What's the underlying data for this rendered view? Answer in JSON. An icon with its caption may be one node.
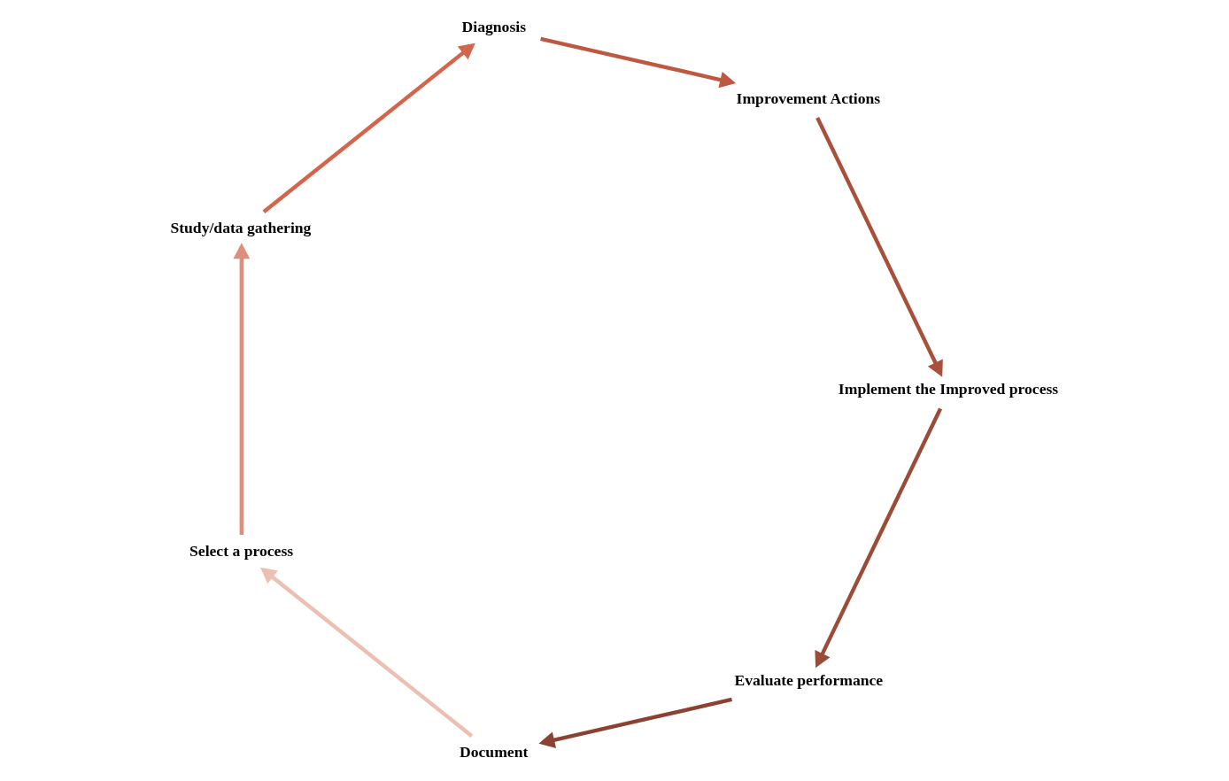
{
  "diagram": {
    "nodes": [
      {
        "text": [
          "Document"
        ]
      },
      {
        "text": [
          "Select a process"
        ]
      },
      {
        "text": [
          "Study/data gathering"
        ]
      },
      {
        "text": [
          "Diagnosis"
        ]
      },
      {
        "text": [
          "Improvement Actions"
        ]
      },
      {
        "text": [
          "Implement the Improved process"
        ]
      },
      {
        "text": [
          "Evaluate performance"
        ]
      }
    ],
    "edges": [
      {
        "from": 0,
        "to": 1,
        "arrow": "to",
        "color": "#ecbfb3"
      },
      {
        "from": 1,
        "to": 2,
        "arrow": "to",
        "color": "#df8e7c"
      },
      {
        "from": 2,
        "to": 3,
        "arrow": "to",
        "color": "#d3654a"
      },
      {
        "from": 3,
        "to": 4,
        "arrow": "to",
        "color": "#bf5840"
      },
      {
        "from": 4,
        "to": 5,
        "arrow": "to",
        "color": "#a9503a"
      },
      {
        "from": 5,
        "to": 6,
        "arrow": "to",
        "color": "#9b4c38"
      },
      {
        "from": 6,
        "to": 0,
        "arrow": "to",
        "color": "#8c4232"
      }
    ]
  }
}
